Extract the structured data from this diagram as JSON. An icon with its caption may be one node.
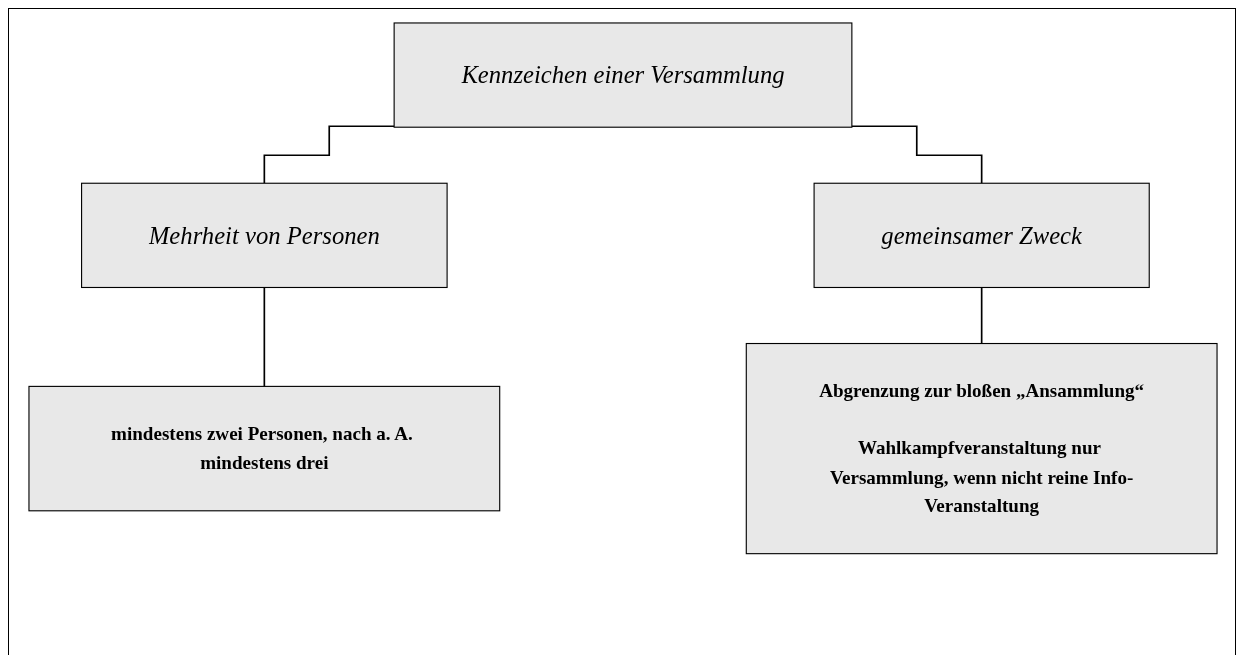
{
  "diagram": {
    "nodes": [
      {
        "text": [
          "Kennzeichen einer Versammlung"
        ]
      },
      {
        "text": [
          "Mehrheit von Personen"
        ]
      },
      {
        "text": [
          "gemeinsamer Zweck"
        ]
      },
      {
        "text": [
          "mindestens zwei Personen, nach a. A. mindestens drei"
        ]
      },
      {
        "text": [
          "Abgrenzung zur bloßen „Ansammlung“",
          "Wahlkampfveranstaltung nur Versammlung, wenn nicht reine Info-Veranstaltung"
        ]
      }
    ],
    "edges": [
      {
        "from": 0,
        "to": 1,
        "arrow": "none"
      },
      {
        "from": 0,
        "to": 2,
        "arrow": "none"
      },
      {
        "from": 1,
        "to": 3,
        "arrow": "none"
      },
      {
        "from": 2,
        "to": 4,
        "arrow": "none"
      }
    ]
  }
}
